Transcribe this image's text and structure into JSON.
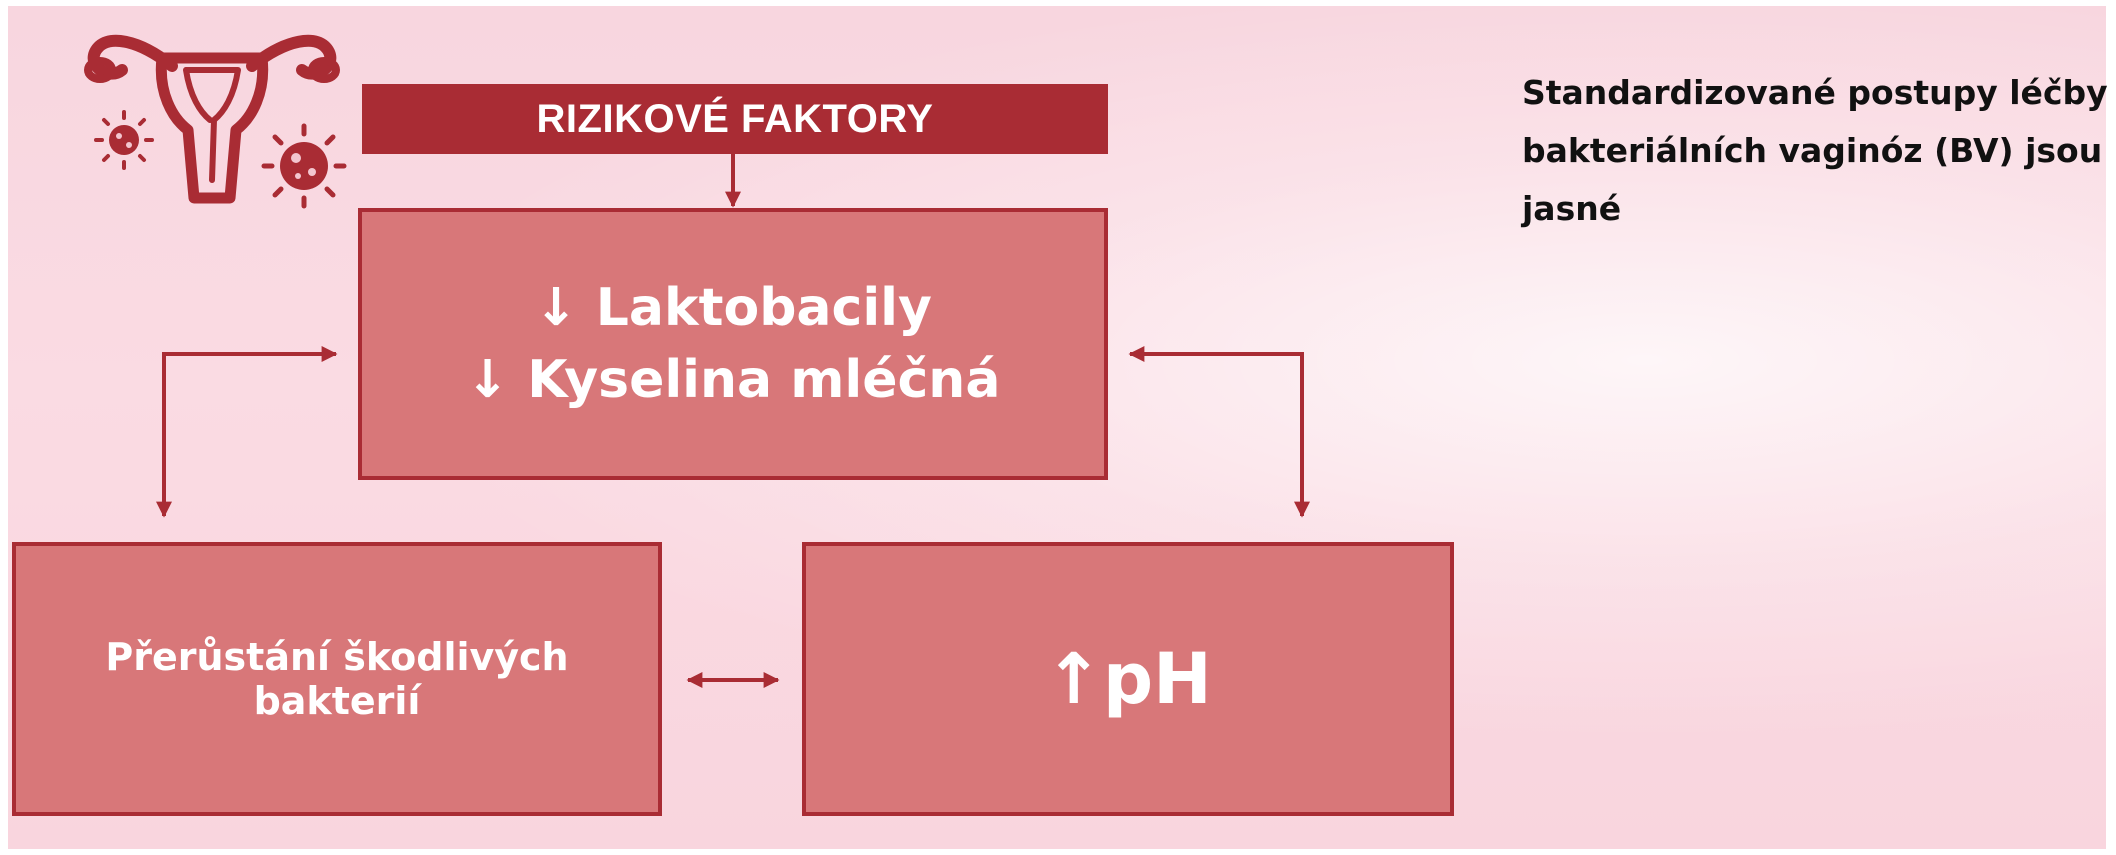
{
  "banner": {
    "label": "RIZIKOVÉ FAKTORY"
  },
  "top_box": {
    "line1": "↓ Laktobacily",
    "line2": "↓ Kyselina mléčná"
  },
  "left_box": {
    "label": "Přerůstání škodlivých bakterií"
  },
  "right_box": {
    "label": "↑pH"
  },
  "side_text": {
    "text": "Standardizované postupy léčby bakteriálních vaginóz (BV) jsou jasné"
  },
  "icons": [
    "uterus-icon",
    "bacteria-icon"
  ],
  "colors": {
    "box_fill": "#d87779",
    "box_border": "#a92c34",
    "arrow": "#a92c34",
    "background": "#f9d8e0",
    "text_light": "#ffffff",
    "text_dark": "#111111"
  }
}
